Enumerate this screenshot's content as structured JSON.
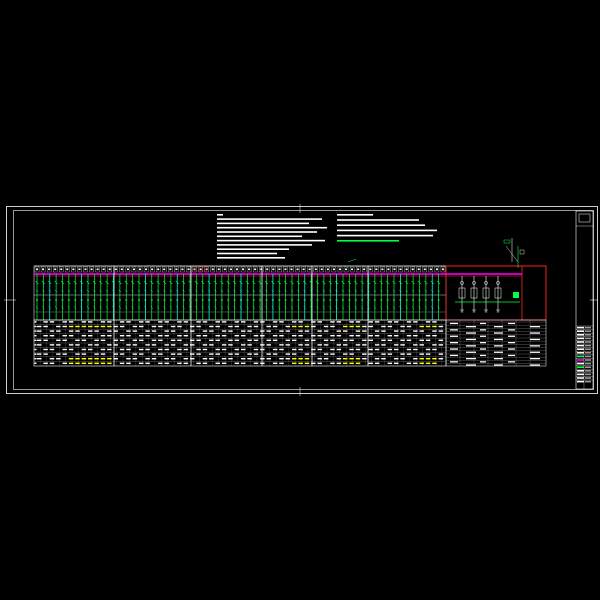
{
  "drawing": {
    "background": "#000000",
    "frame_color": "#ffffff",
    "panel_count": 68,
    "feeder_columns": 64,
    "table_rows": 10,
    "colors": {
      "red": "#ff2020",
      "magenta": "#ff00ff",
      "green": "#00ff40",
      "cyan": "#00ffff",
      "yellow": "#ffff00",
      "white": "#ffffff",
      "gray": "#9a9a9a"
    },
    "notes_left_lines": 11,
    "notes_right_lines": 6,
    "title_block_rows": 16
  }
}
